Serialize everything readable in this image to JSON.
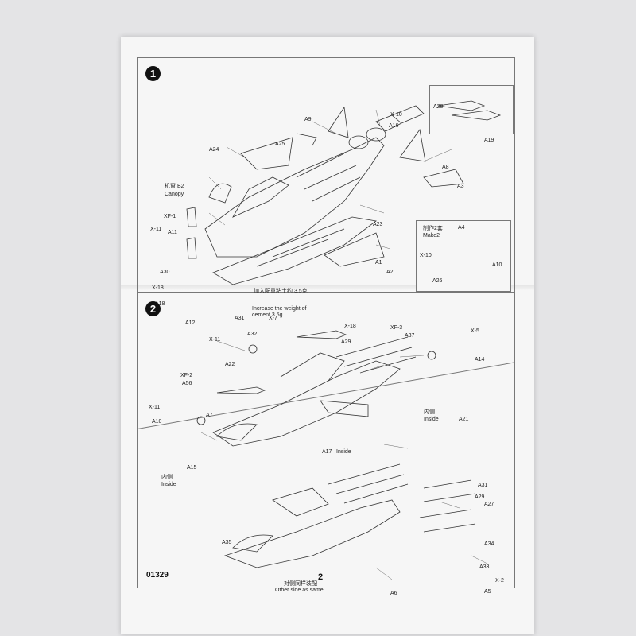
{
  "document": {
    "product_code": "01329",
    "page_number": "2",
    "steps": [
      {
        "number": "1"
      },
      {
        "number": "2"
      }
    ]
  },
  "step1": {
    "labels": {
      "canopy_cn": "机窗 B2",
      "canopy_en": "Canopy",
      "make2_cn": "制作2套",
      "make2_en": "Make2",
      "weight_cn": "加入配重粘土约 3.5克",
      "weight_en_1": "Increase the weight of",
      "weight_en_2": "cement 3.5g"
    },
    "parts": [
      "A9",
      "X-10",
      "A16",
      "A20",
      "A19",
      "A25",
      "A24",
      "A8",
      "A3",
      "XF-1",
      "X-11",
      "A11",
      "A23",
      "A1",
      "A2",
      "A30",
      "X-18",
      "A18",
      "A4",
      "X-10",
      "A10",
      "A26"
    ]
  },
  "step2": {
    "labels": {
      "inside_cn": "内侧",
      "inside_en": "Inside",
      "other_side_cn": "对侧同样装配",
      "other_side_en": "Other side as same"
    },
    "parts": [
      "A12",
      "A31",
      "X-7",
      "X-18",
      "XF-3",
      "A32",
      "X-5",
      "X-11",
      "A29",
      "A37",
      "A14",
      "XF-2",
      "A22",
      "A56",
      "X-11",
      "A10",
      "A7",
      "A21",
      "A17",
      "A15",
      "A31",
      "A29",
      "A27",
      "A35",
      "A34",
      "A33",
      "A5",
      "A6",
      "X-2"
    ]
  }
}
